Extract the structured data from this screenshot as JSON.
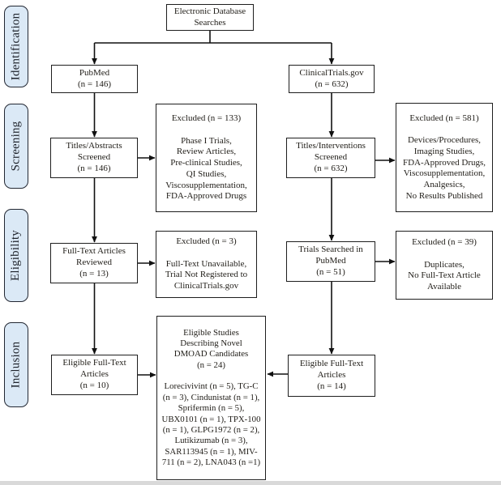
{
  "stages": [
    {
      "label": "Identification"
    },
    {
      "label": "Screening"
    },
    {
      "label": "Eligibility"
    },
    {
      "label": "Inclusion"
    }
  ],
  "boxes": {
    "top": {
      "text": "Electronic Database\nSearches"
    },
    "pubmed": {
      "text": "PubMed\n(n = 146)"
    },
    "clinicaltrials": {
      "text": "ClinicalTrials.gov\n(n = 632)"
    },
    "titles_abstracts": {
      "text": "Titles/Abstracts\nScreened\n(n = 146)"
    },
    "excluded_133": {
      "text": "Excluded (n = 133)\n\nPhase I Trials,\nReview Articles,\nPre-clinical Studies,\nQI Studies,\nViscosupplementation,\nFDA-Approved Drugs"
    },
    "titles_interventions": {
      "text": "Titles/Interventions\nScreened\n(n = 632)"
    },
    "excluded_581": {
      "text": "Excluded (n = 581)\n\nDevices/Procedures,\nImaging Studies,\nFDA-Approved Drugs,\nViscosupplementation,\nAnalgesics,\nNo Results Published"
    },
    "fulltext_reviewed": {
      "text": "Full-Text Articles\nReviewed\n(n = 13)"
    },
    "excluded_3": {
      "text": "Excluded (n = 3)\n\nFull-Text Unavailable,\nTrial Not Registered to\nClinicalTrials.gov"
    },
    "trials_searched": {
      "text": "Trials Searched in\nPubMed\n(n = 51)"
    },
    "excluded_39": {
      "text": "Excluded (n = 39)\n\nDuplicates,\nNo Full-Text Article\nAvailable"
    },
    "eligible_10": {
      "text": "Eligible Full-Text\nArticles\n(n = 10)"
    },
    "central": {
      "text": "Eligible Studies\nDescribing Novel\nDMOAD Candidates\n(n = 24)\n\nLorecivivint (n = 5), TG-C (n = 3), Cindunistat (n = 1), Sprifermin (n = 5), UBX0101 (n = 1), TPX-100 (n = 1), GLPG1972 (n = 2), Lutikizumab (n = 3), SAR113945 (n = 1), MIV-711 (n = 2), LNA043 (n =1)"
    },
    "eligible_14": {
      "text": "Eligible Full-Text\nArticles\n(n = 14)"
    }
  },
  "colors": {
    "stage_fill": "#dbe9f6",
    "stage_border": "#232833",
    "box_border": "#1e1e1e",
    "connector": "#111111",
    "text": "#23201b"
  }
}
